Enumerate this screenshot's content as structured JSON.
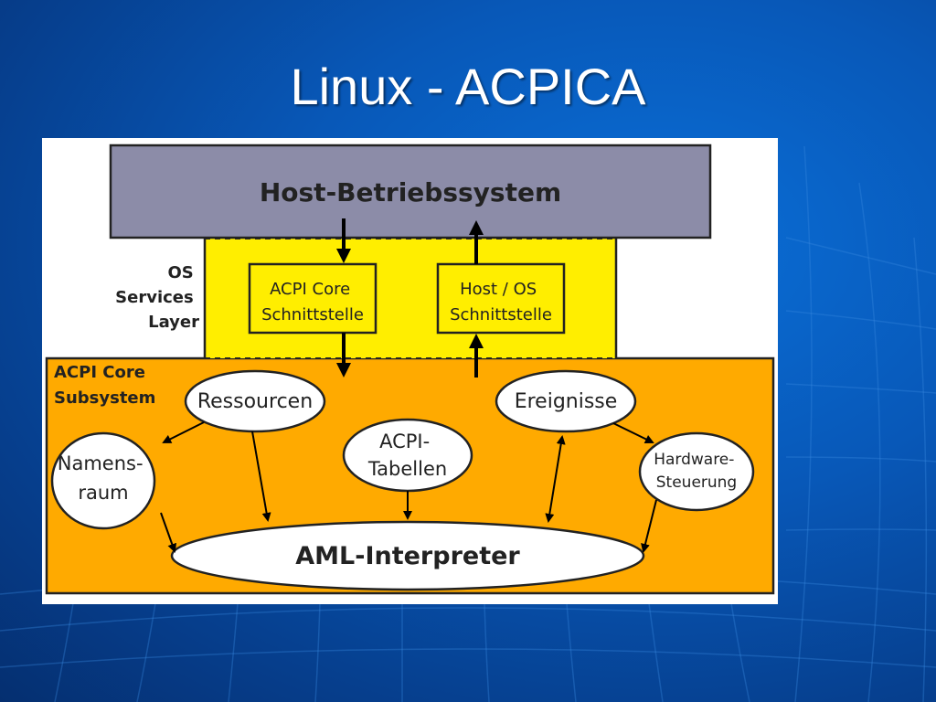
{
  "slide": {
    "title": "Linux - ACPICA"
  },
  "diagram": {
    "host_os": "Host-Betriebssystem",
    "os_services_layer": [
      "OS",
      "Services",
      "Layer"
    ],
    "acpi_core_interface": [
      "ACPI Core",
      "Schnittstelle"
    ],
    "host_os_interface": [
      "Host / OS",
      "Schnittstelle"
    ],
    "acpi_core_subsystem": [
      "ACPI Core",
      "Subsystem"
    ],
    "resources": "Ressourcen",
    "events": "Ereignisse",
    "namespace": [
      "Namens-",
      "raum"
    ],
    "acpi_tables": [
      "ACPI-",
      "Tabellen"
    ],
    "hardware_control": [
      "Hardware-",
      "Steuerung"
    ],
    "aml_interpreter": "AML-Interpreter"
  },
  "colors": {
    "host_box": "#8c8ca8",
    "services_layer": "#ffee00",
    "core_subsystem": "#ffaa00",
    "background": "#0858b8"
  }
}
